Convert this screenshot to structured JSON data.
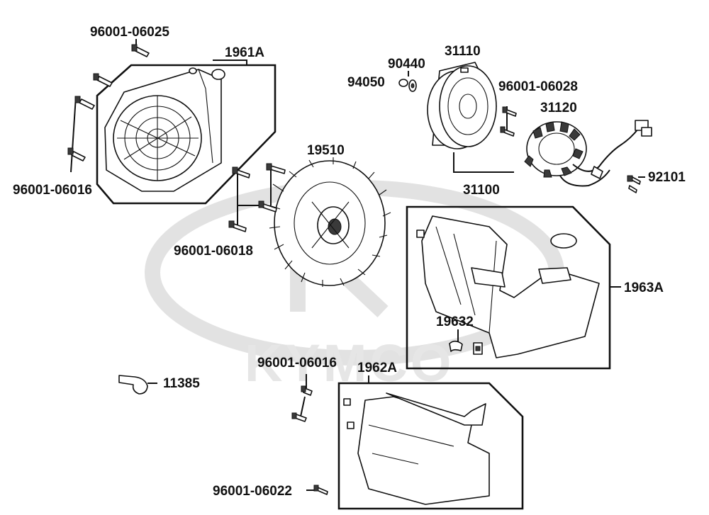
{
  "watermark": {
    "brand": "KYMCO"
  },
  "labels": {
    "bolt_96001_06025": "96001-06025",
    "cover_1961A": "1961A",
    "bolt_96001_06016_left": "96001-06016",
    "fan_19510": "19510",
    "bolt_96001_06018": "96001-06018",
    "washer_90440": "90440",
    "nut_94050": "94050",
    "flywheel_31110": "31110",
    "bolt_96001_06028": "96001-06028",
    "stator_31120": "31120",
    "alternator_31100": "31100",
    "bolt_92101": "92101",
    "shroud_1963A": "1963A",
    "clip_19632": "19632",
    "clamp_11385": "11385",
    "bolt_96001_06016_bottom": "96001-06016",
    "shroud_1962A": "1962A",
    "bolt_96001_06022": "96001-06022"
  }
}
